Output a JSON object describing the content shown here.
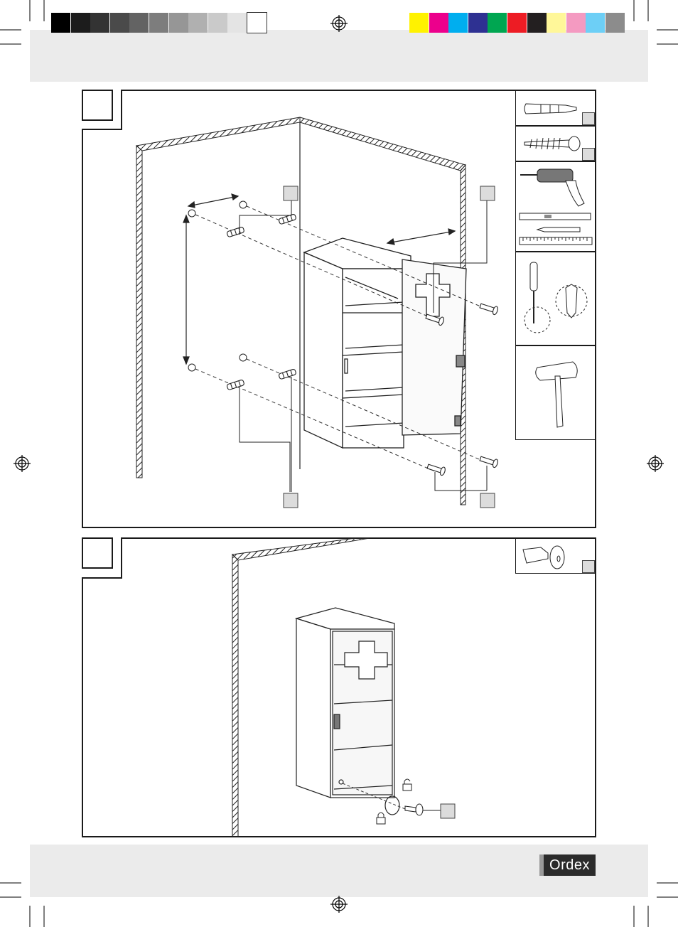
{
  "brand": {
    "logo_text": "Ordex"
  },
  "steps": [
    {
      "id": "wall-mounting"
    },
    {
      "id": "locking"
    }
  ],
  "colors": {
    "grays": [
      "#000000",
      "#1c1c1c",
      "#333333",
      "#4a4a4a",
      "#636363",
      "#7d7d7d",
      "#969696",
      "#b0b0b0",
      "#cacaca",
      "#e4e4e4",
      "#ffffff"
    ],
    "process": [
      "#fff200",
      "#ec008c",
      "#00aeef",
      "#2e3192",
      "#00a651",
      "#ed1c24",
      "#231f20",
      "#fff799",
      "#f49ac1",
      "#6dcff6",
      "#8c8c8c"
    ]
  },
  "tools": [
    "wall-plug-icon",
    "screw-icon",
    "drill-icon",
    "spirit-level-icon",
    "pencil-icon",
    "ruler-icon",
    "screwdriver-icon",
    "hammer-icon",
    "key-icon"
  ]
}
